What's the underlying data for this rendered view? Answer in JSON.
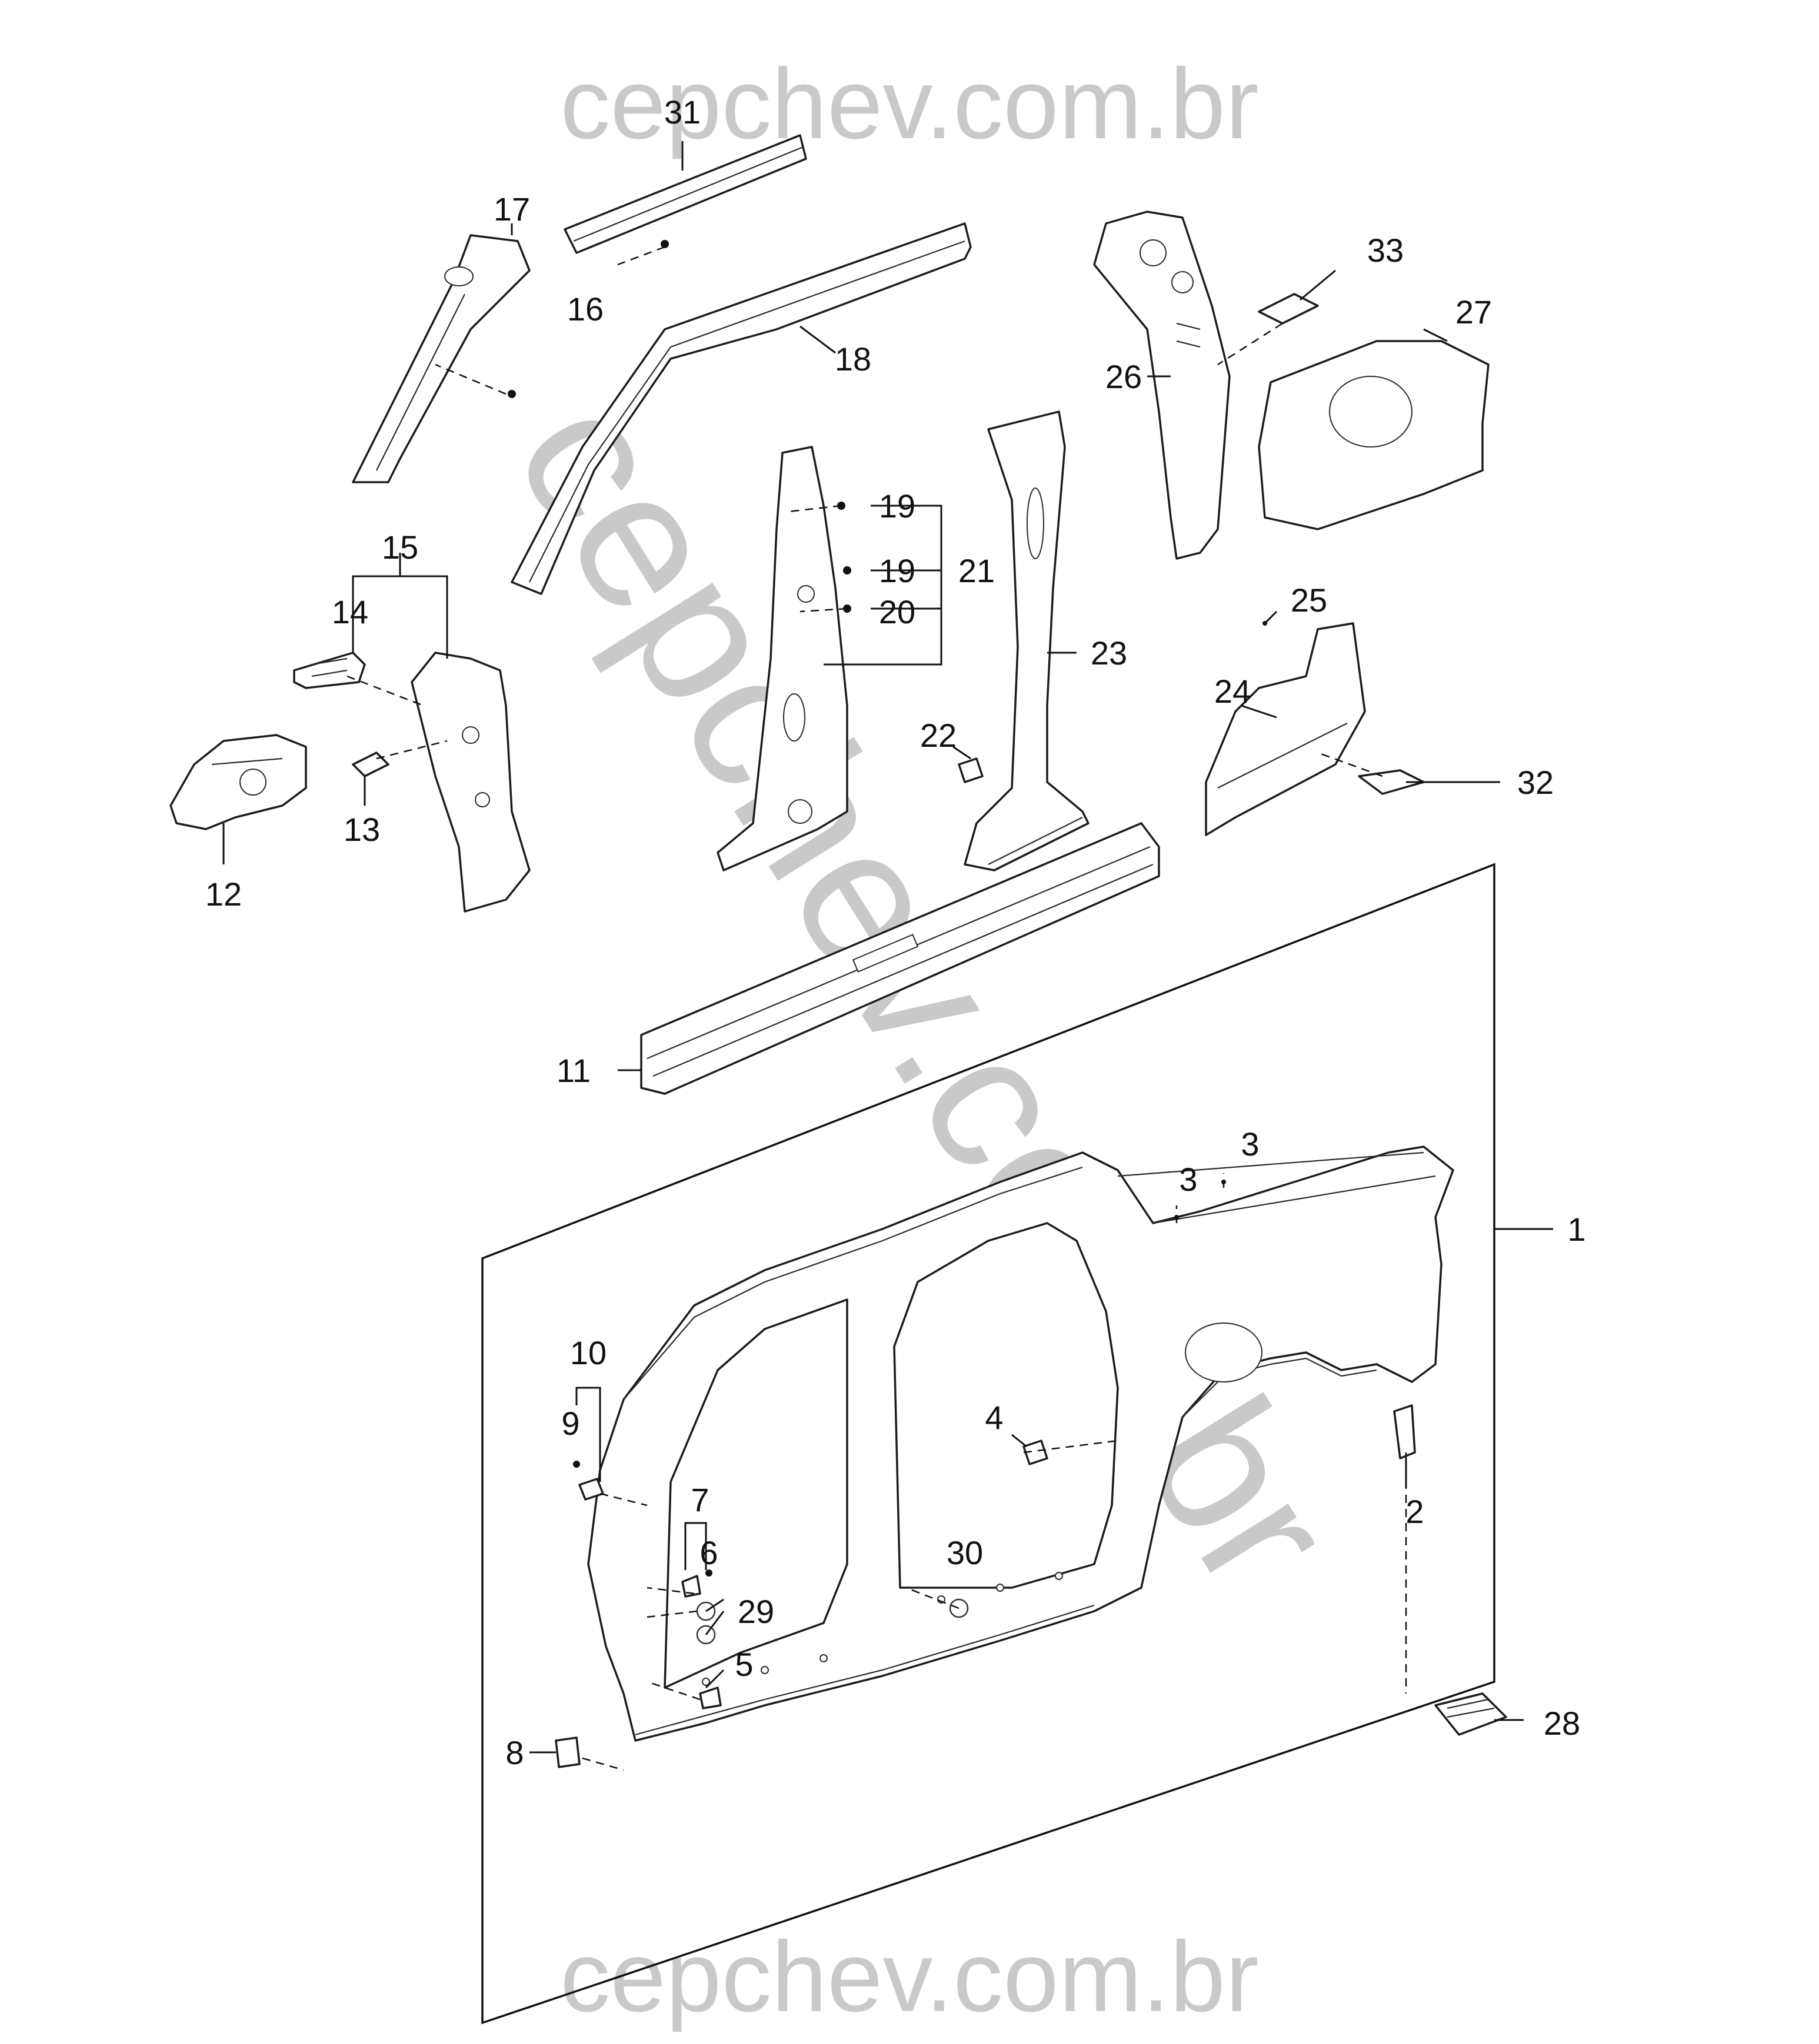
{
  "watermark": {
    "top": "cepchev.com.br",
    "bottom": "cepchev.com.br",
    "diagonal": "cepchev.com.br"
  },
  "callouts": {
    "c1": "1",
    "c2": "2",
    "c3a": "3",
    "c3b": "3",
    "c4": "4",
    "c5": "5",
    "c6": "6",
    "c7": "7",
    "c8": "8",
    "c9": "9",
    "c10": "10",
    "c11": "11",
    "c12": "12",
    "c13": "13",
    "c14": "14",
    "c15": "15",
    "c16": "16",
    "c17": "17",
    "c18": "18",
    "c19a": "19",
    "c19b": "19",
    "c20": "20",
    "c21": "21",
    "c22": "22",
    "c23": "23",
    "c24": "24",
    "c25": "25",
    "c26": "26",
    "c27": "27",
    "c28": "28",
    "c29": "29",
    "c30": "30",
    "c31": "31",
    "c32": "32",
    "c33": "33"
  }
}
